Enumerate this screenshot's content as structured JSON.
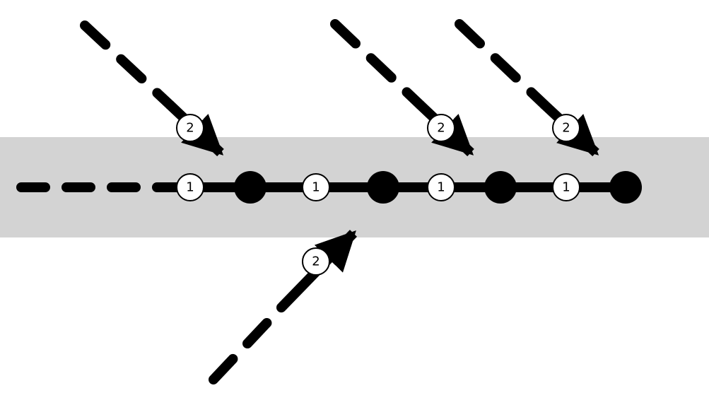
{
  "colors": {
    "band": "#d3d3d3",
    "stroke": "#000000",
    "label_fill": "#ffffff",
    "background": "#ffffff"
  },
  "labels": {
    "main_1": "1",
    "main_2": "1",
    "main_3": "1",
    "main_4": "1",
    "branch_a": "2",
    "branch_b": "2",
    "branch_c": "2",
    "branch_d": "2"
  }
}
